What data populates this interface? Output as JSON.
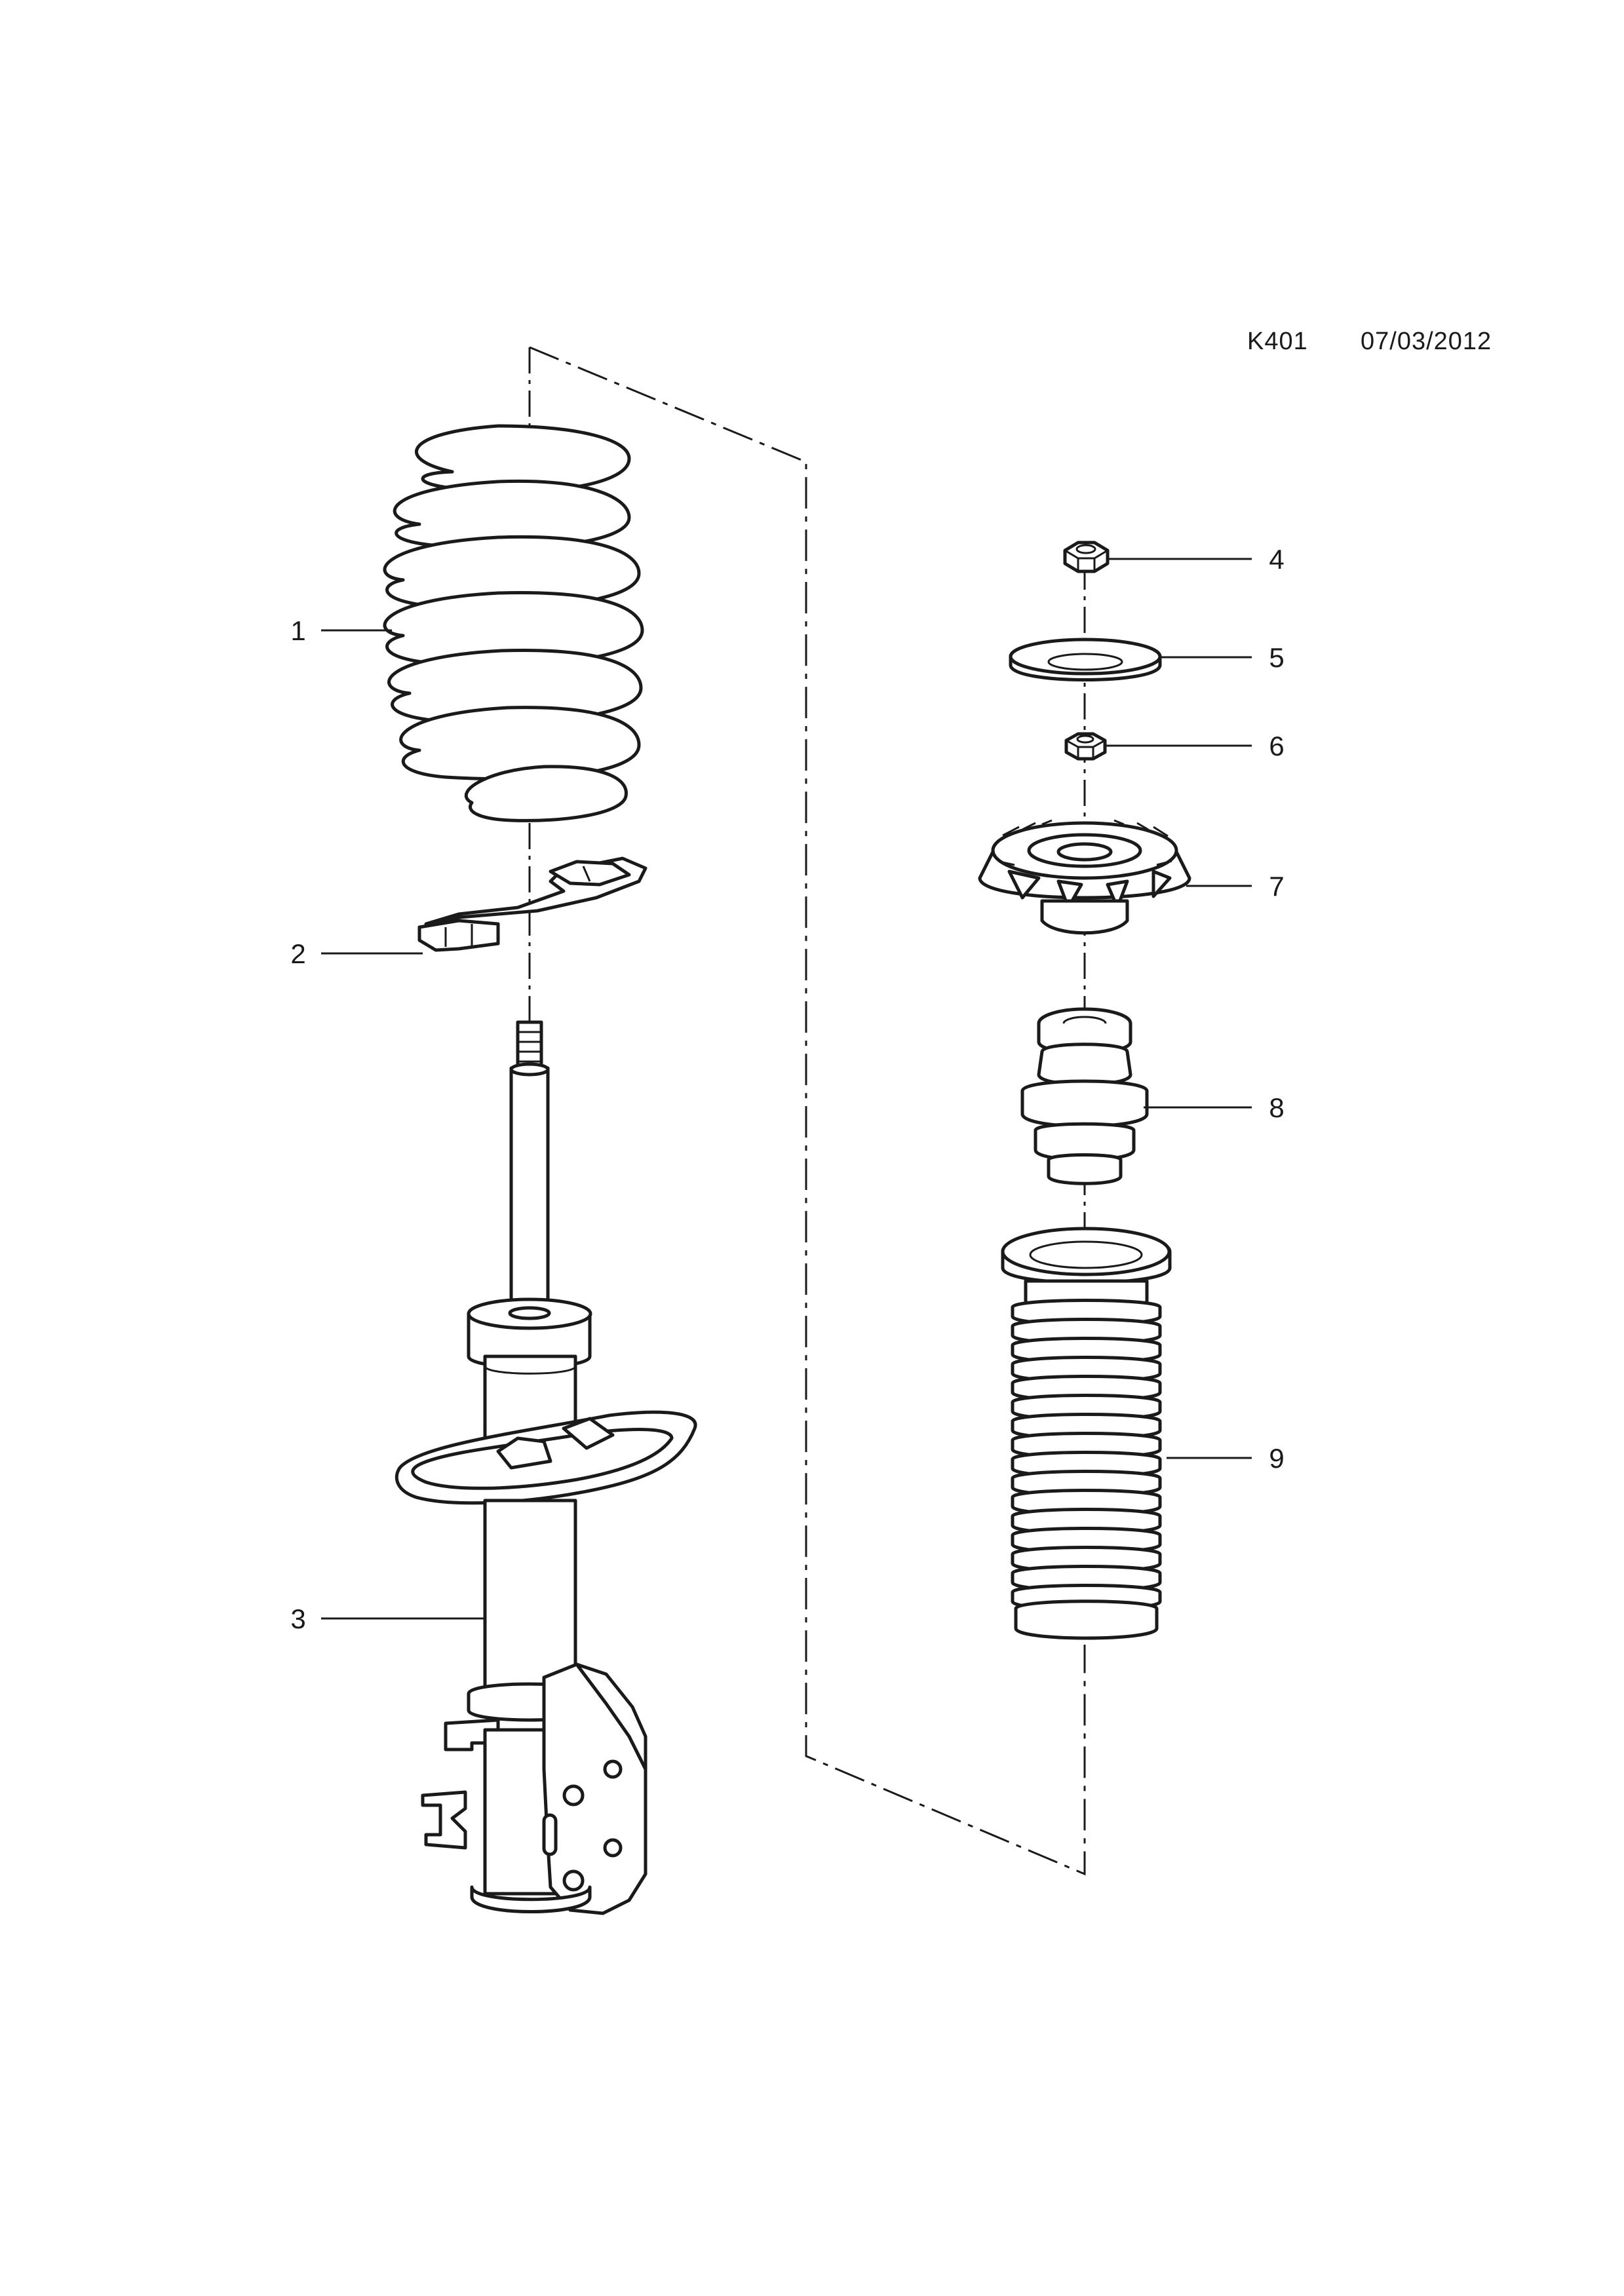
{
  "header": {
    "code": "K401",
    "date": "07/03/2012"
  },
  "callouts": [
    {
      "id": "1",
      "label": "1"
    },
    {
      "id": "2",
      "label": "2"
    },
    {
      "id": "3",
      "label": "3"
    },
    {
      "id": "4",
      "label": "4"
    },
    {
      "id": "5",
      "label": "5"
    },
    {
      "id": "6",
      "label": "6"
    },
    {
      "id": "7",
      "label": "7"
    },
    {
      "id": "8",
      "label": "8"
    },
    {
      "id": "9",
      "label": "9"
    }
  ],
  "parts": [
    {
      "callout": "1",
      "icon": "coil-spring-icon"
    },
    {
      "callout": "2",
      "icon": "spring-seat-insulator-icon"
    },
    {
      "callout": "3",
      "icon": "shock-absorber-strut-icon"
    },
    {
      "callout": "4",
      "icon": "hex-nut-icon"
    },
    {
      "callout": "5",
      "icon": "washer-icon"
    },
    {
      "callout": "6",
      "icon": "hex-nut-icon"
    },
    {
      "callout": "7",
      "icon": "strut-mount-icon"
    },
    {
      "callout": "8",
      "icon": "bump-stop-icon"
    },
    {
      "callout": "9",
      "icon": "dust-boot-icon"
    }
  ]
}
